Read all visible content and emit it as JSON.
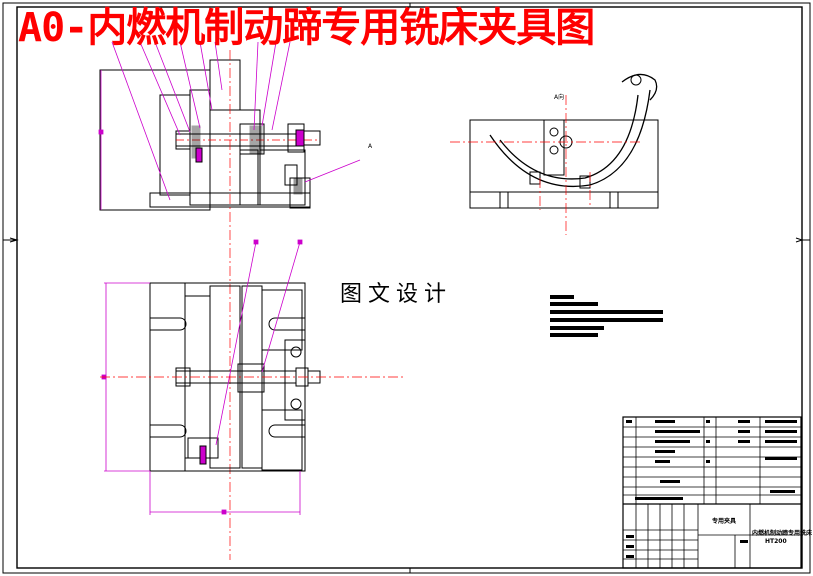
{
  "title": "A0-内燃机制动蹄专用铣床夹具图",
  "watermark": "图文设计",
  "view_labels": {
    "section_a": "A向",
    "arrow_a": "A"
  },
  "title_block": {
    "drawing_name": "专用夹具",
    "part_name": "内燃机制动蹄专用铣床",
    "material": "HT200"
  },
  "colors": {
    "title": "#ff0000",
    "outline": "#000000",
    "leader": "#cc00cc",
    "centerline": "#ff0000",
    "background": "#ffffff"
  }
}
